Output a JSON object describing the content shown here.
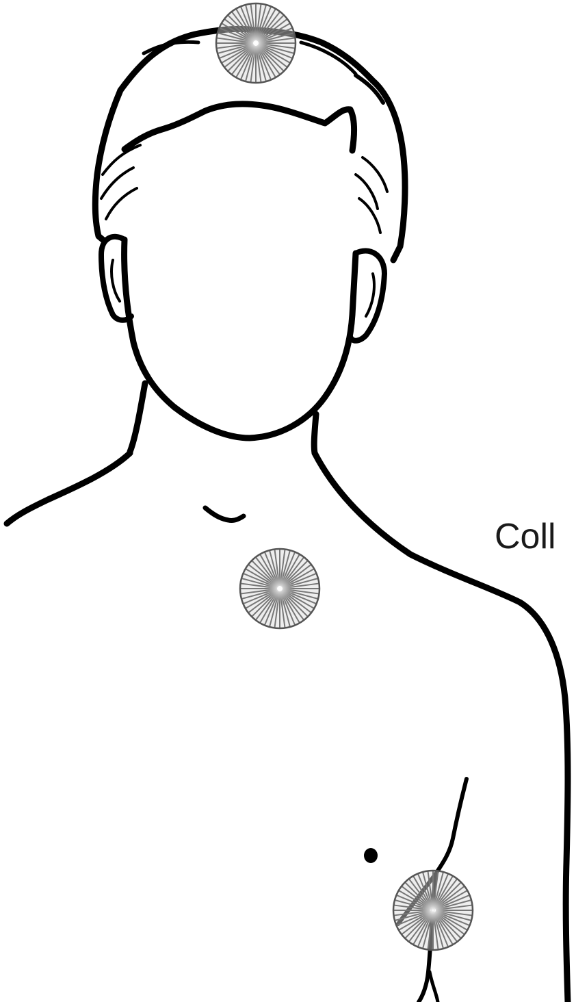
{
  "diagram": {
    "caption": "Coll",
    "markers": [
      {
        "name": "head-point-marker"
      },
      {
        "name": "chest-point-marker"
      },
      {
        "name": "armpit-point-marker"
      }
    ],
    "marker_style": {
      "ray_color": "#777777",
      "ring_color": "#555555",
      "center_glow": "#ffffff",
      "ray_count": 48
    },
    "line_color": "#000000"
  }
}
